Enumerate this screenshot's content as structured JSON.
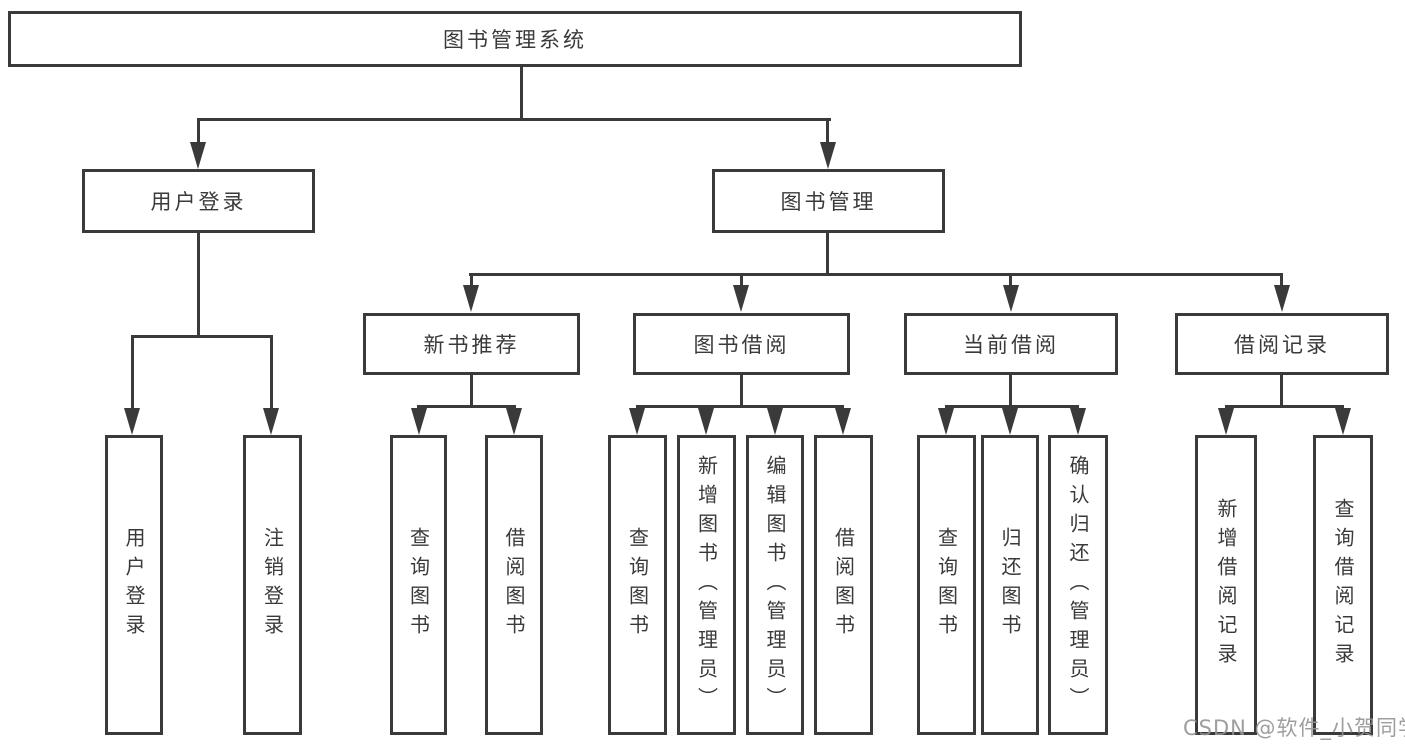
{
  "tree": {
    "label": "图书管理系统",
    "children": [
      {
        "label": "用户登录",
        "children": [
          {
            "label": "用户登录"
          },
          {
            "label": "注销登录"
          }
        ]
      },
      {
        "label": "图书管理",
        "children": [
          {
            "label": "新书推荐",
            "children": [
              {
                "label": "查询图书"
              },
              {
                "label": "借阅图书"
              }
            ]
          },
          {
            "label": "图书借阅",
            "children": [
              {
                "label": "查询图书"
              },
              {
                "label": "新增图书（管理员）"
              },
              {
                "label": "编辑图书（管理员）"
              },
              {
                "label": "借阅图书"
              }
            ]
          },
          {
            "label": "当前借阅",
            "children": [
              {
                "label": "查询图书"
              },
              {
                "label": "归还图书"
              },
              {
                "label": "确认归还（管理员）"
              }
            ]
          },
          {
            "label": "借阅记录",
            "children": [
              {
                "label": "新增借阅记录"
              },
              {
                "label": "查询借阅记录"
              }
            ]
          }
        ]
      }
    ]
  },
  "watermark": "CSDN @软件_小贺同学",
  "colors": {
    "line": "#3a3a3a",
    "text": "#3a3a3a",
    "background": "#ffffff",
    "watermark": "#949494"
  }
}
